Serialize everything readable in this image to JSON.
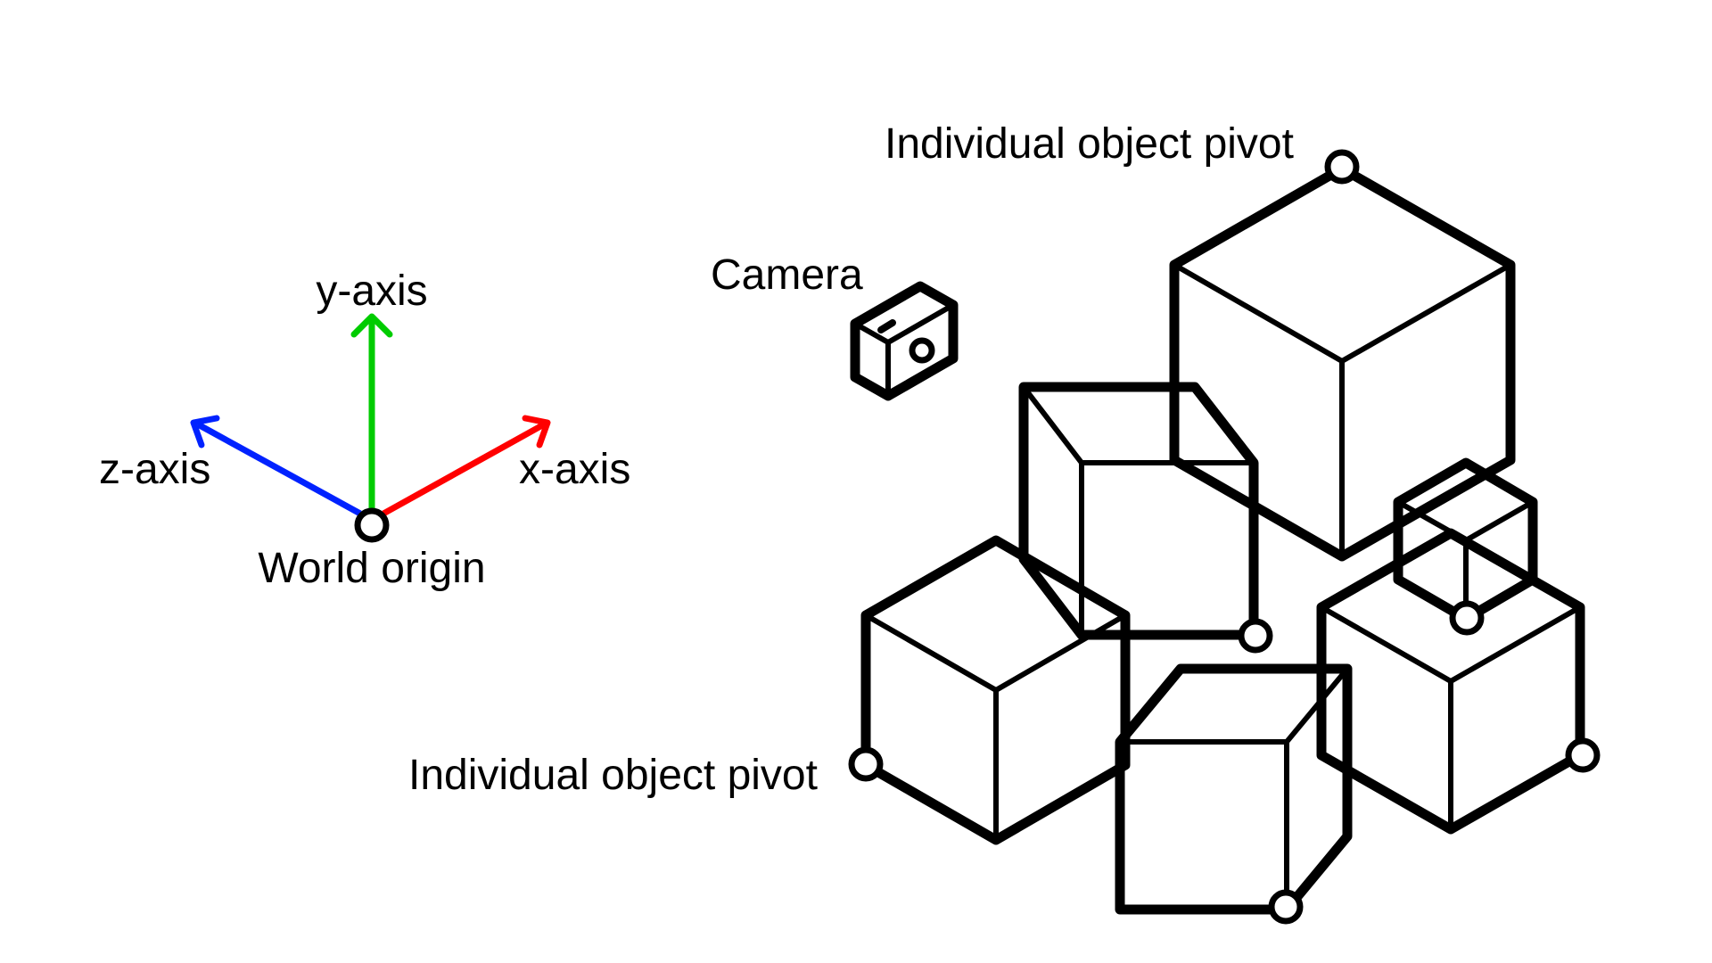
{
  "labels": {
    "y_axis": "y-axis",
    "x_axis": "x-axis",
    "z_axis": "z-axis",
    "world_origin": "World origin",
    "camera": "Camera",
    "pivot_top": "Individual object pivot",
    "pivot_left": "Individual object pivot"
  },
  "colors": {
    "x_axis": "#ff0000",
    "y_axis": "#00cc00",
    "z_axis": "#0022ff",
    "line": "#000000",
    "background": "#ffffff"
  },
  "icons": {
    "camera": "camera-icon",
    "pivot": "pivot-circle-icon"
  }
}
